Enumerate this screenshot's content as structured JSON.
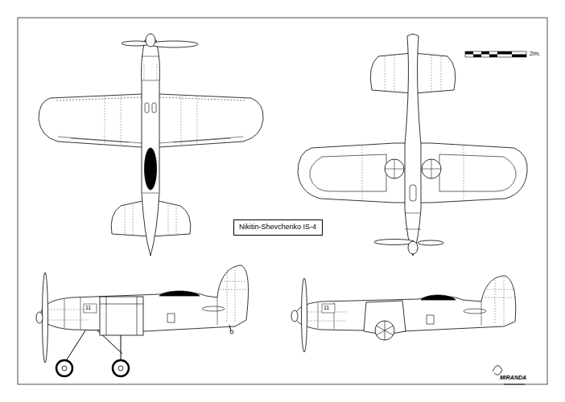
{
  "diagram": {
    "nodes": [
      {
        "text": [
          "Nikitin-Shevchenko IS-4"
        ]
      }
    ],
    "labels": [
      "2m.",
      "11",
      "11",
      "MIRANDA"
    ]
  }
}
